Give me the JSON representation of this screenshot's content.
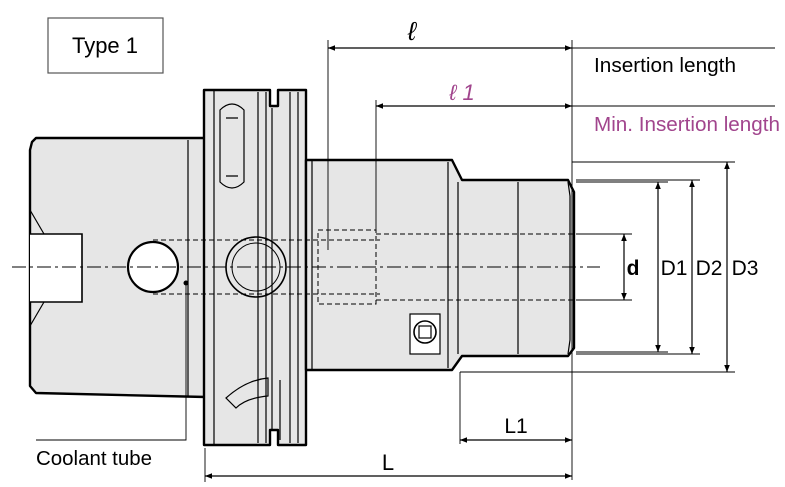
{
  "type_label": "Type 1",
  "labels": {
    "ell": "ℓ",
    "ell1": "ℓ 1",
    "insertion_length": "Insertion length",
    "min_insertion_length": "Min. Insertion length",
    "d": "d",
    "D1": "D1",
    "D2": "D2",
    "D3": "D3",
    "L1": "L1",
    "L": "L",
    "coolant_tube": "Coolant tube"
  },
  "colors": {
    "outline": "#000000",
    "body_fill": "#e6e6e6",
    "min_insertion_color": "#a1458d"
  }
}
